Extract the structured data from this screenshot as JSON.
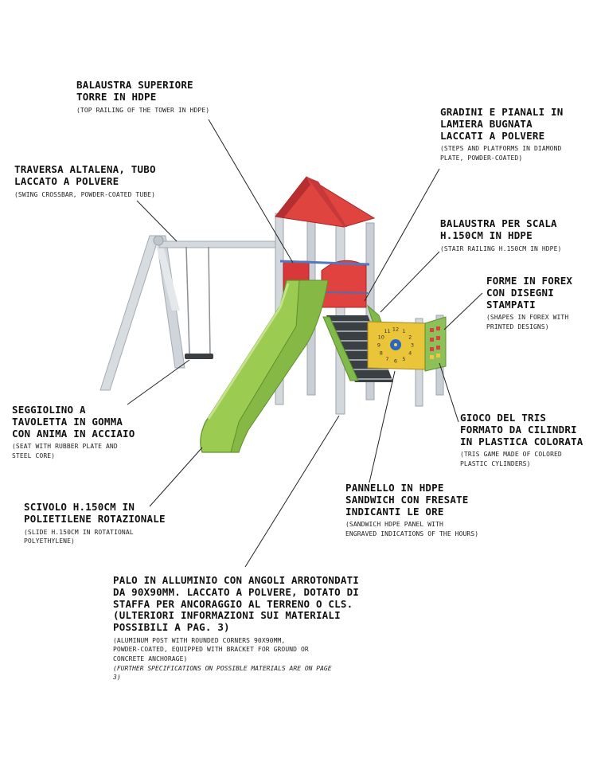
{
  "labels": [
    {
      "id": "top-railing",
      "it": "BALAUSTRA SUPERIORE\nTORRE IN HDPE",
      "en": "(TOP RAILING OF THE TOWER IN HDPE)"
    },
    {
      "id": "steps",
      "it": "GRADINI E PIANALI IN\nLAMIERA BUGNATA\nLACCATI A POLVERE",
      "en": "(STEPS AND PLATFORMS IN DIAMOND\nPLATE, POWDER-COATED)"
    },
    {
      "id": "crossbar",
      "it": "TRAVERSA ALTALENA, TUBO\nLACCATO A POLVERE",
      "en": "(SWING CROSSBAR, POWDER-COATED TUBE)"
    },
    {
      "id": "stair-railing",
      "it": "BALAUSTRA PER SCALA\nH.150CM IN HDPE",
      "en": "(STAIR RAILING H.150CM IN HDPE)"
    },
    {
      "id": "forex",
      "it": "FORME IN FOREX\nCON DISEGNI\nSTAMPATI",
      "en": "(SHAPES IN FOREX WITH\nPRINTED DESIGNS)"
    },
    {
      "id": "seat",
      "it": "SEGGIOLINO A\nTAVOLETTA IN GOMMA\nCON ANIMA IN ACCIAIO",
      "en": "(SEAT WITH RUBBER PLATE AND\nSTEEL CORE)"
    },
    {
      "id": "tris",
      "it": "GIOCO DEL TRIS\nFORMATO DA CILINDRI\nIN PLASTICA COLORATA",
      "en": "(TRIS GAME MADE OF COLORED\nPLASTIC CYLINDERS)"
    },
    {
      "id": "slide",
      "it": "SCIVOLO H.150CM IN\nPOLIETILENE ROTAZIONALE",
      "en": "(SLIDE H.150CM IN ROTATIONAL\nPOLYETHYLENE)"
    },
    {
      "id": "panel",
      "it": "PANNELLO IN HDPE\nSANDWICH CON FRESATE\nINDICANTI LE ORE",
      "en": "(SANDWICH HDPE PANEL WITH\nENGRAVED INDICATIONS OF THE HOURS)"
    },
    {
      "id": "post",
      "it": "PALO IN ALLUMINIO CON ANGOLI ARROTONDATI\nDA 90X90MM. LACCATO A POLVERE, DOTATO DI\nSTAFFA PER ANCORAGGIO AL TERRENO O CLS.\n(ULTERIORI INFORMAZIONI SUI MATERIALI\nPOSSIBILI A PAG. 3)",
      "en": "(ALUMINUM POST WITH ROUNDED CORNERS 90X90MM,\nPOWDER-COATED, EQUIPPED WITH BRACKET FOR GROUND OR\nCONCRETE ANCHORAGE)",
      "en2": "(FURTHER SPECIFICATIONS ON POSSIBLE MATERIALS ARE ON PAGE\n3)"
    }
  ],
  "clock_numbers": [
    "12",
    "1",
    "2",
    "3",
    "4",
    "5",
    "6",
    "7",
    "8",
    "9",
    "10",
    "11"
  ],
  "colors": {
    "roof": "#d9383a",
    "roof_dark": "#a82428",
    "post": "#cdd3d8",
    "post_dark": "#9ea6ad",
    "slide": "#8fbf4a",
    "slide_dark": "#5f8f2a",
    "panel": "#e8c23a",
    "stairs": "#2f3336",
    "forex": "#8ec05a"
  }
}
